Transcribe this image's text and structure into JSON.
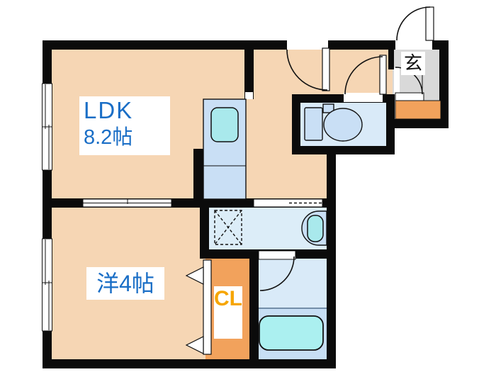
{
  "title": "1LDK apartment floor plan",
  "rooms": {
    "ldk": {
      "name": "LDK",
      "size": "8.2帖"
    },
    "western_room": {
      "label": "洋4帖"
    },
    "closet": {
      "label": "CL"
    },
    "entrance": {
      "label": "玄"
    }
  },
  "fixtures": [
    "kitchen-counter",
    "kitchen-sink",
    "toilet",
    "washbasin",
    "washing-machine-space",
    "bathtub",
    "shoe-cabinet"
  ],
  "door_symbols": [
    "entrance-swing-door",
    "hallway-swing-door",
    "toilet-swing-door",
    "bathroom-swing-door",
    "entrance-inner-door",
    "closet-folding-door",
    "room-sliding-door",
    "washroom-sliding-door"
  ],
  "window_symbols": [
    "ldk-window",
    "western-room-window"
  ],
  "colors": {
    "wall": "#0b0b0b",
    "line": "#111111",
    "floor_peach": "#f6d6b4",
    "entrance_gray": "#d9d9d9",
    "accent_orange": "#f2a25c",
    "room_blue": "#d9eaf8",
    "washroom_blue": "#dcedf8",
    "bath_lower_blue": "#c7def4",
    "fixture_blue": "#c9dff5",
    "sink_cyan": "#a9e9ec",
    "tub_cyan": "#abf0f0",
    "label_blue": "#1a6ec6",
    "label_amber": "#f6a500"
  }
}
